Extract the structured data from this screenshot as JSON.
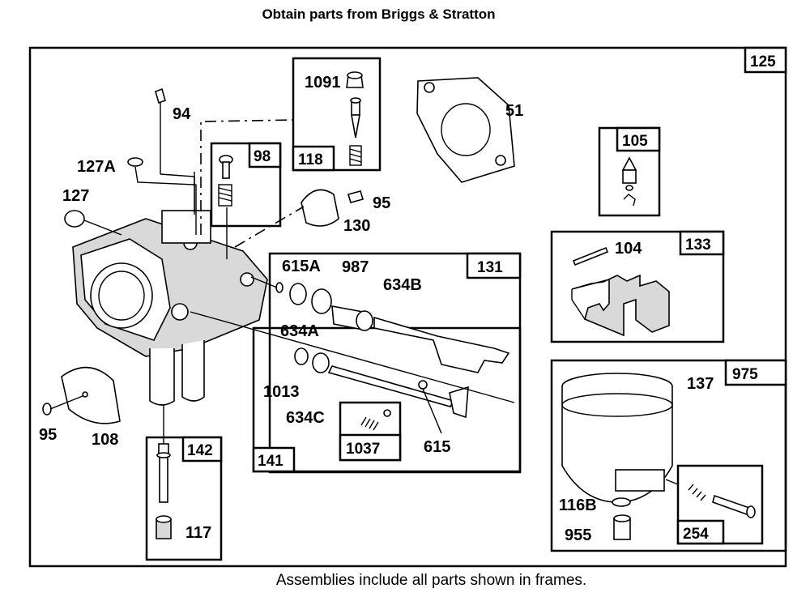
{
  "header": {
    "title": "Obtain parts from Briggs & Stratton"
  },
  "footer": {
    "caption": "Assemblies include all parts shown in frames."
  },
  "frames": {
    "main": "125",
    "idle_jet": "118",
    "throttle_screw": "98",
    "choke_kit": "105",
    "float_kit": "133",
    "throttle_shaft_kit": "131",
    "choke_shaft_kit": "141",
    "choke_spring": "1037",
    "nozzle_kit": "142",
    "bowl_kit": "975",
    "mixture_screw": "254"
  },
  "parts": {
    "p1091": "1091",
    "p94": "94",
    "p51": "51",
    "p127a": "127A",
    "p127": "127",
    "p95a": "95",
    "p130": "130",
    "p104": "104",
    "p615a": "615A",
    "p987": "987",
    "p634b": "634B",
    "p634a": "634A",
    "p1013": "1013",
    "p634c": "634C",
    "p615": "615",
    "p95b": "95",
    "p108": "108",
    "p117": "117",
    "p137": "137",
    "p116b": "116B",
    "p955": "955"
  }
}
